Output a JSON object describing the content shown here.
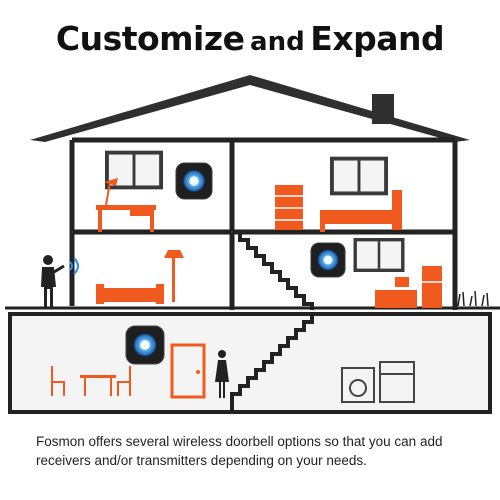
{
  "title": {
    "part1": "Customize",
    "part2": "and",
    "part3": "Expand"
  },
  "caption": "Fosmon offers several wireless doorbell options so that you can add receivers and/or transmitters depending on your needs.",
  "colors": {
    "house_outline": "#222222",
    "roof": "#2f2f2f",
    "furniture": "#f05a1e",
    "window_frame": "#333333",
    "doorbell_body": "#1f1f1f",
    "doorbell_light": "#2a8de0"
  },
  "icons": [
    "person-icon",
    "wireless-signal-icon",
    "doorbell-receiver-icon"
  ]
}
